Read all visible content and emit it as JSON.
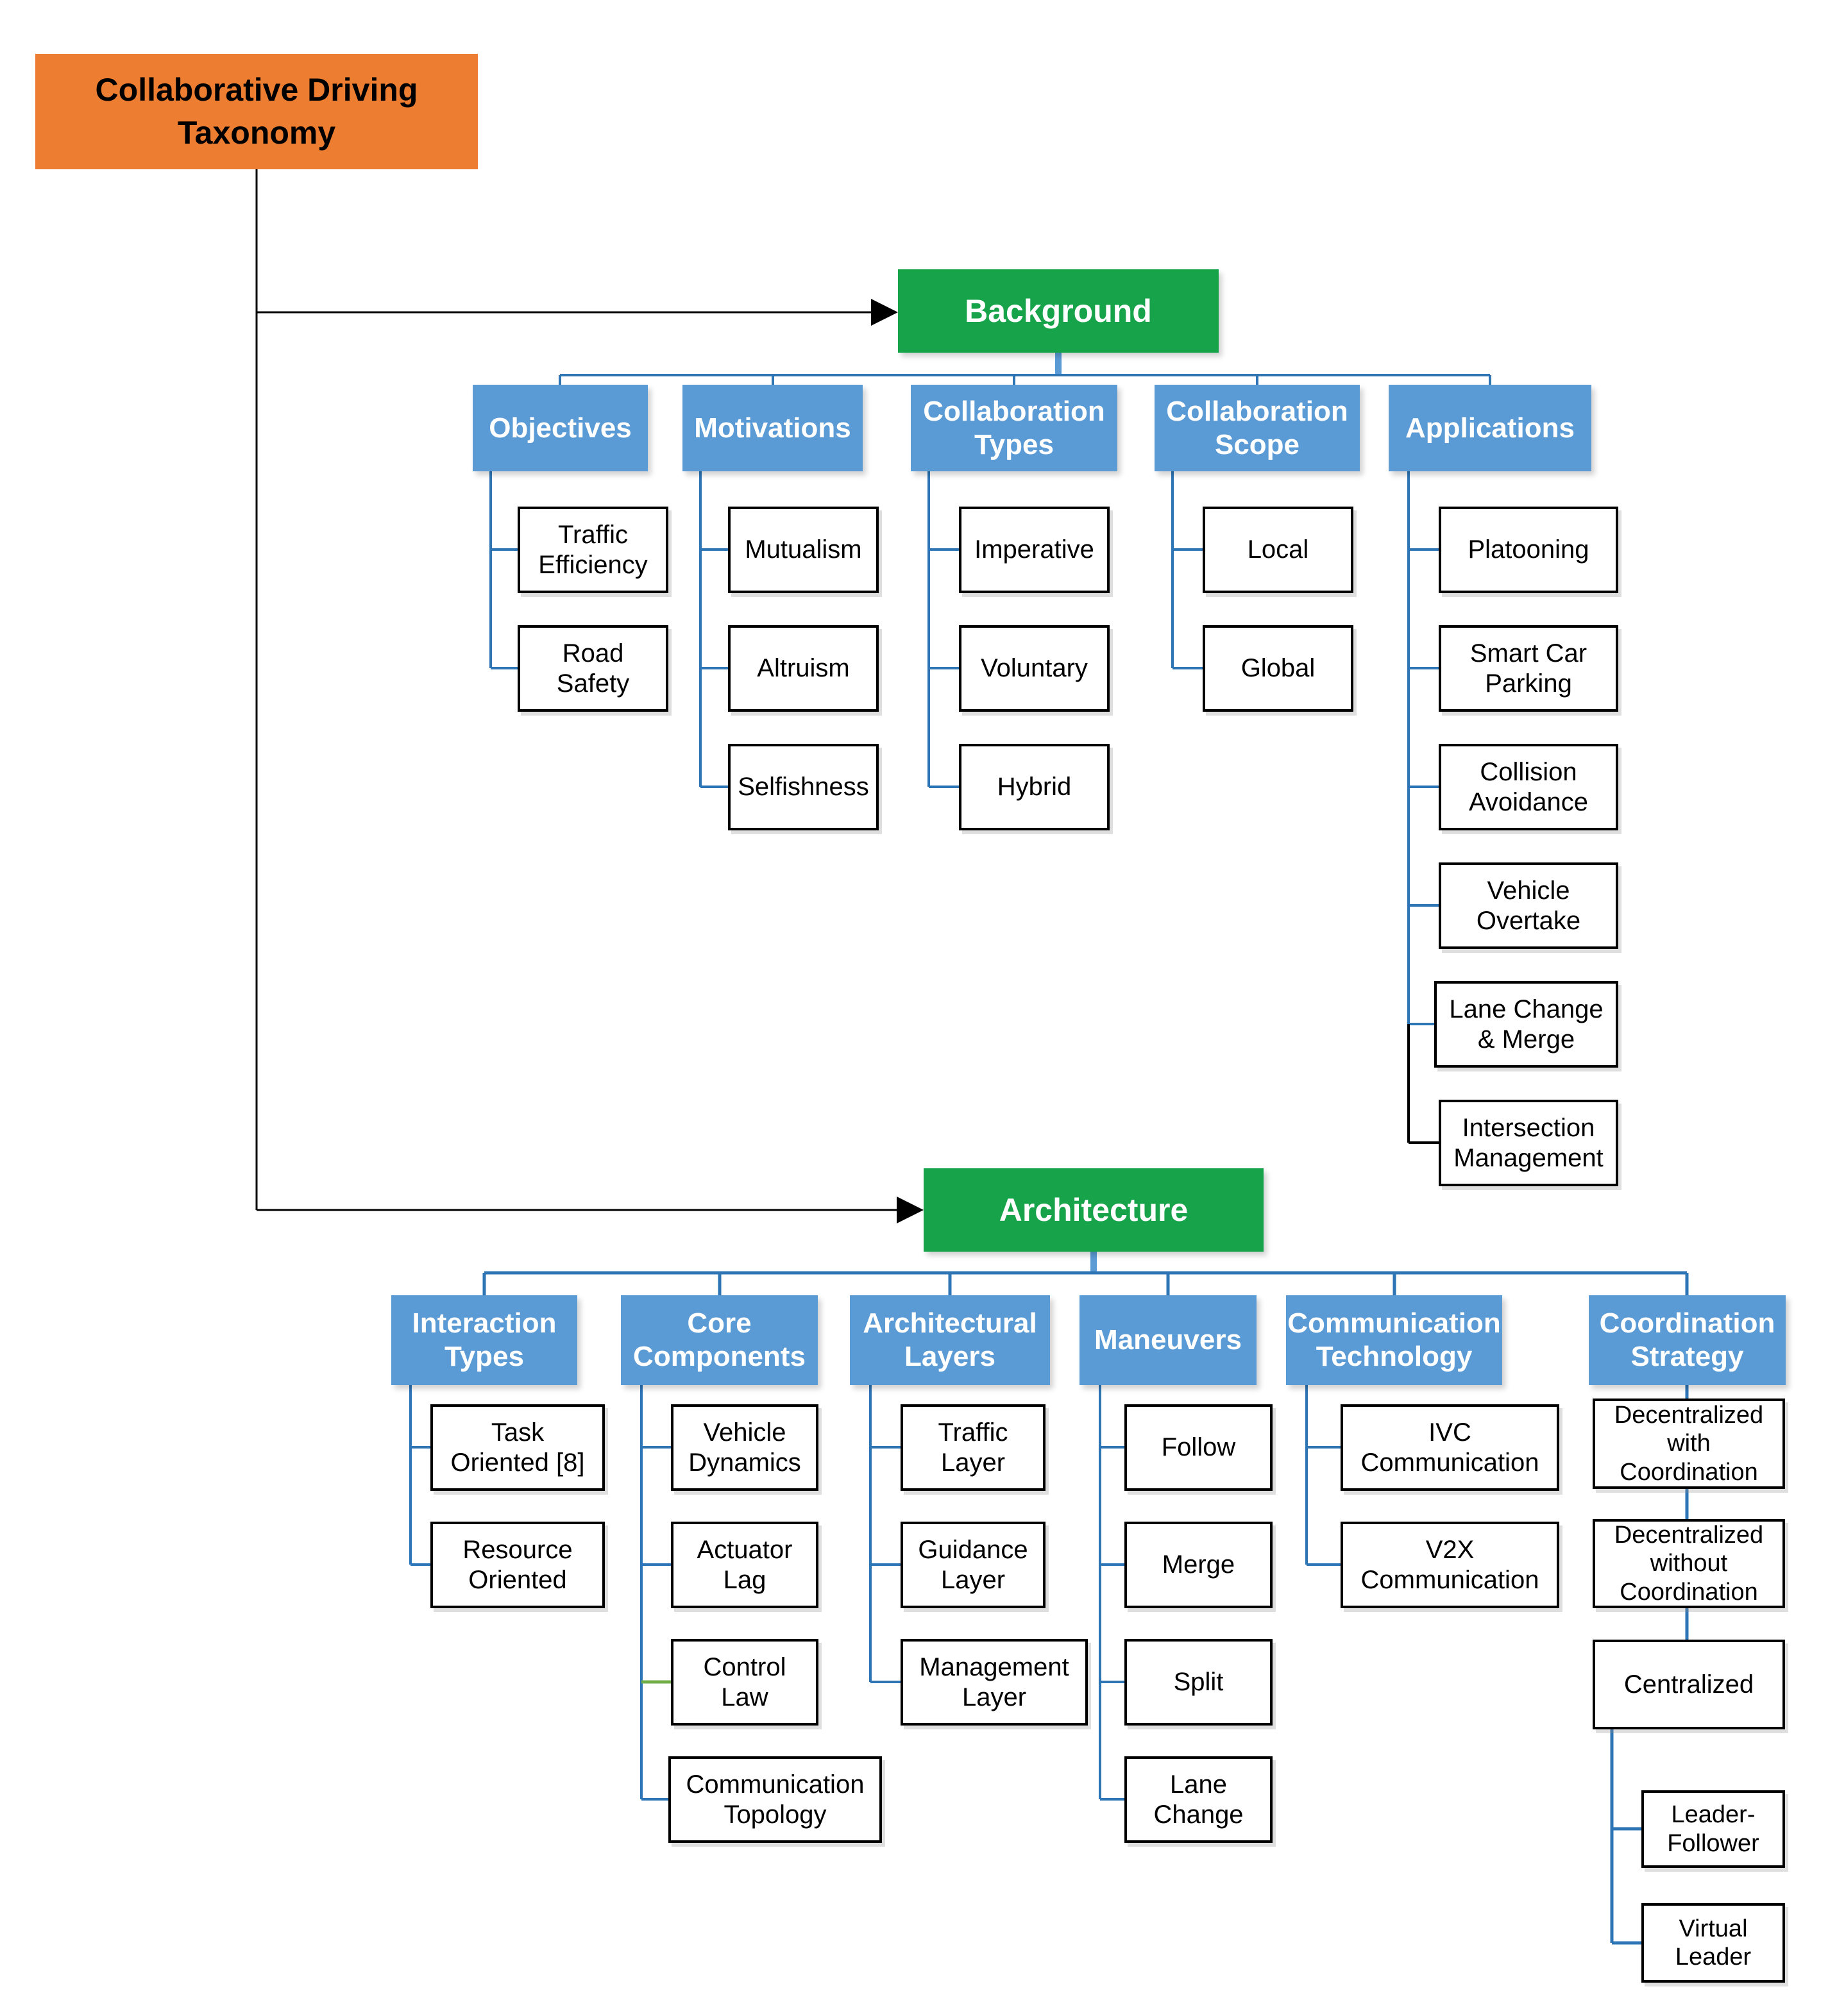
{
  "root": {
    "label": "Collaborative Driving Taxonomy"
  },
  "background": {
    "label": "Background",
    "groups": [
      {
        "label": "Objectives",
        "children": [
          "Traffic Efficiency",
          "Road Safety"
        ]
      },
      {
        "label": "Motivations",
        "children": [
          "Mutualism",
          "Altruism",
          "Selfishness"
        ]
      },
      {
        "label": "Collaboration Types",
        "children": [
          "Imperative",
          "Voluntary",
          "Hybrid"
        ]
      },
      {
        "label": "Collaboration Scope",
        "children": [
          "Local",
          "Global"
        ]
      },
      {
        "label": "Applications",
        "children": [
          "Platooning",
          "Smart Car Parking",
          "Collision Avoidance",
          "Vehicle Overtake",
          "Lane Change & Merge",
          "Intersection Management"
        ]
      }
    ]
  },
  "architecture": {
    "label": "Architecture",
    "groups": [
      {
        "label": "Interaction Types",
        "children": [
          "Task Oriented [8]",
          "Resource Oriented"
        ]
      },
      {
        "label": "Core Components",
        "children": [
          "Vehicle Dynamics",
          "Actuator Lag",
          "Control Law",
          "Communication Topology"
        ]
      },
      {
        "label": "Architectural Layers",
        "children": [
          "Traffic Layer",
          "Guidance Layer",
          "Management Layer"
        ]
      },
      {
        "label": "Maneuvers",
        "children": [
          "Follow",
          "Merge",
          "Split",
          "Lane Change"
        ]
      },
      {
        "label": "Communication Technology",
        "children": [
          "IVC Communication",
          "V2X Communication"
        ]
      },
      {
        "label": "Coordination Strategy",
        "children": [
          "Decentralized with Coordination",
          "Decentralized without Coordination",
          "Centralized"
        ],
        "centralized_children": [
          "Leader-Follower",
          "Virtual Leader"
        ]
      }
    ]
  },
  "colors": {
    "root_fill": "#ED7D31",
    "section_fill": "#16A34A",
    "group_fill": "#5B9BD5",
    "connector_blue": "#2E75B6",
    "connector_green": "#70AD47",
    "connector_black": "#000000",
    "leaf_border": "#000000"
  }
}
